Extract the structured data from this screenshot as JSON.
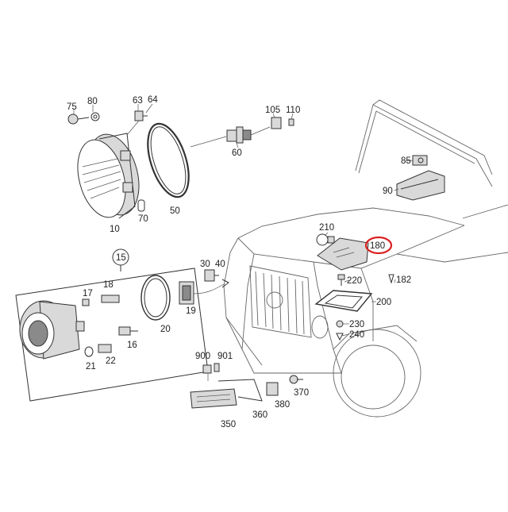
{
  "callouts": {
    "p75": "75",
    "p80": "80",
    "p63": "63",
    "p64": "64",
    "p105": "105",
    "p110": "110",
    "p60": "60",
    "p10": "10",
    "p70": "70",
    "p50": "50",
    "p85": "85",
    "p90": "90",
    "p15": "15",
    "p30": "30",
    "p40": "40",
    "p19": "19",
    "p17": "17",
    "p18": "18",
    "p16": "16",
    "p20": "20",
    "p21": "21",
    "p22": "22",
    "p210": "210",
    "p180": "180",
    "p220": "220",
    "p182": "182",
    "p200": "200",
    "p230": "230",
    "p240": "240",
    "p900": "900",
    "p901": "901",
    "p370": "370",
    "p380": "380",
    "p360": "360",
    "p350": "350"
  },
  "highlight": {
    "part": "180",
    "color": "#d92020"
  }
}
